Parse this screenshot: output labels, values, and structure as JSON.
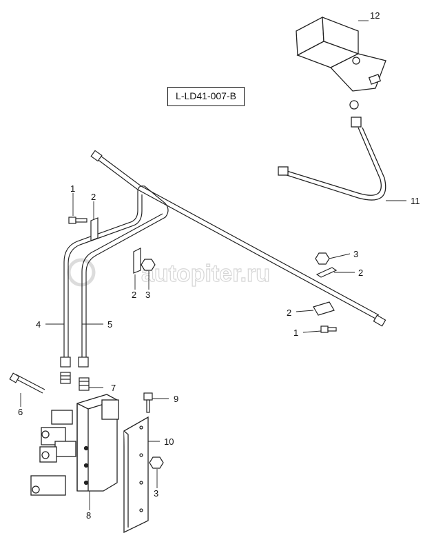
{
  "drawing_code": "L-LD41-007-B",
  "watermark": "autopiter.ru",
  "callouts": {
    "c1a": "1",
    "c1b": "1",
    "c2a": "2",
    "c2b": "2",
    "c2c": "2",
    "c2d": "2",
    "c3a": "3",
    "c3b": "3",
    "c3c": "3",
    "c4": "4",
    "c5": "5",
    "c6": "6",
    "c7": "7",
    "c8": "8",
    "c9": "9",
    "c10": "10",
    "c11": "11",
    "c12": "12"
  }
}
